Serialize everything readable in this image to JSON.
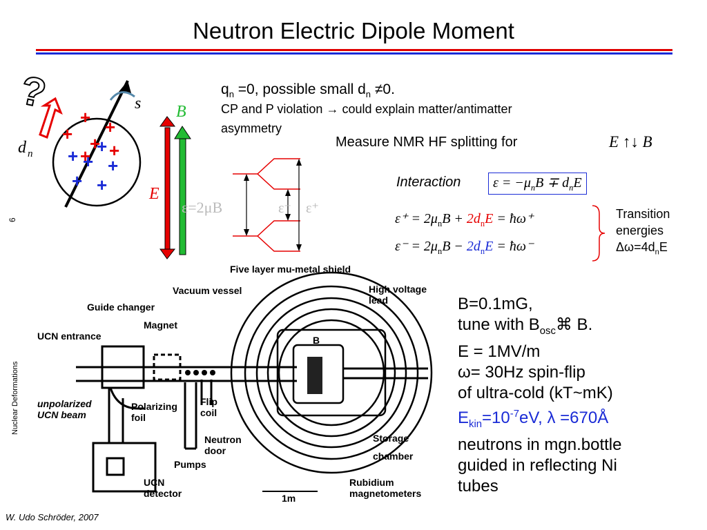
{
  "title": "Neutron Electric Dipole Moment",
  "colors": {
    "rule_red": "#e00000",
    "rule_blue": "#1a2bd6",
    "accent_red": "#e60000",
    "accent_blue": "#1a2bd6",
    "accent_green": "#22bb33"
  },
  "side_label": "Nuclear Deformations",
  "page_number": "6",
  "footer": "W. Udo Schröder, 2007",
  "neutron_sketch": {
    "question_mark": "?",
    "spin_label": "s",
    "dipole_label": "d",
    "dipole_subscript": "n",
    "b_label": "B",
    "e_label": "E",
    "energy_left": "ε=2μB",
    "energy_minus": "ε⁻",
    "energy_plus": "ε⁺"
  },
  "text": {
    "line1": "qn =0, possible small dn ≠0.",
    "line1_q": "q",
    "line1_sub": "n",
    "line1_mid": " =0, possible small d",
    "line1_sub2": "n",
    "line1_end": " ≠0.",
    "line2": "CP and P violation → could explain matter/antimatter",
    "line3": "asymmetry",
    "nmr": "Measure NMR HF splitting for",
    "nmr_symbol": "E ↑↓ B",
    "interaction_label": "Interaction",
    "interaction_eq_a": "ε = −μ",
    "interaction_eq_n1": "n",
    "interaction_eq_b": "B ∓ d",
    "interaction_eq_n2": "n",
    "interaction_eq_c": "E",
    "eq_plus_lhs": "ε⁺ = 2μ",
    "eq_plus_n": "n",
    "eq_plus_b": "B + ",
    "eq_plus_red": "2d",
    "eq_plus_red_n": "n",
    "eq_plus_red_e": "E",
    "eq_plus_rhs": " = ħω⁺",
    "eq_minus_lhs": "ε⁻ = 2μ",
    "eq_minus_n": "n",
    "eq_minus_b": "B − ",
    "eq_minus_blue": "2d",
    "eq_minus_blue_n": "n",
    "eq_minus_blue_e": "E",
    "eq_minus_rhs": " = ħω⁻",
    "trans1": "Transition",
    "trans2": "energies",
    "trans3_a": "Δω=4d",
    "trans3_n": "n",
    "trans3_b": "E"
  },
  "params": {
    "p1": "B=0.1mG,",
    "p2_a": "tune with B",
    "p2_sub": "osc",
    "p2_b": "⌘ B.",
    "p3": "E = 1MV/m",
    "p4": "ω= 30Hz  spin-flip",
    "p5": "of ultra-cold (kT~mK)",
    "p6_a": "E",
    "p6_sub": "kin",
    "p6_b": "=10",
    "p6_sup": "-7",
    "p6_c": "eV, λ =670Å",
    "p7": "neutrons in mgn.bottle",
    "p8": "guided in reflecting Ni",
    "p9": "tubes"
  },
  "apparatus_labels": {
    "shield": "Five layer mu-metal shield",
    "vessel": "Vacuum vessel",
    "hv": "High voltage",
    "hv2": "lead",
    "guide": "Guide  changer",
    "magnet": "Magnet",
    "ucn_entrance": "UCN entrance",
    "unpolarized": "unpolarized",
    "ucn_beam": "UCN beam",
    "polarizing": "Polarizing",
    "foil": "foil",
    "flip": "Flip",
    "coil": "coil",
    "neutron": "Neutron",
    "door": "door",
    "pumps": "Pumps",
    "ucn_det": "UCN",
    "detector": "detector",
    "scale": "1m",
    "rubidium": "Rubidium",
    "magnetometers": "magnetometers",
    "storage": "Storage",
    "chamber": "chamber",
    "b_inside": "B"
  }
}
